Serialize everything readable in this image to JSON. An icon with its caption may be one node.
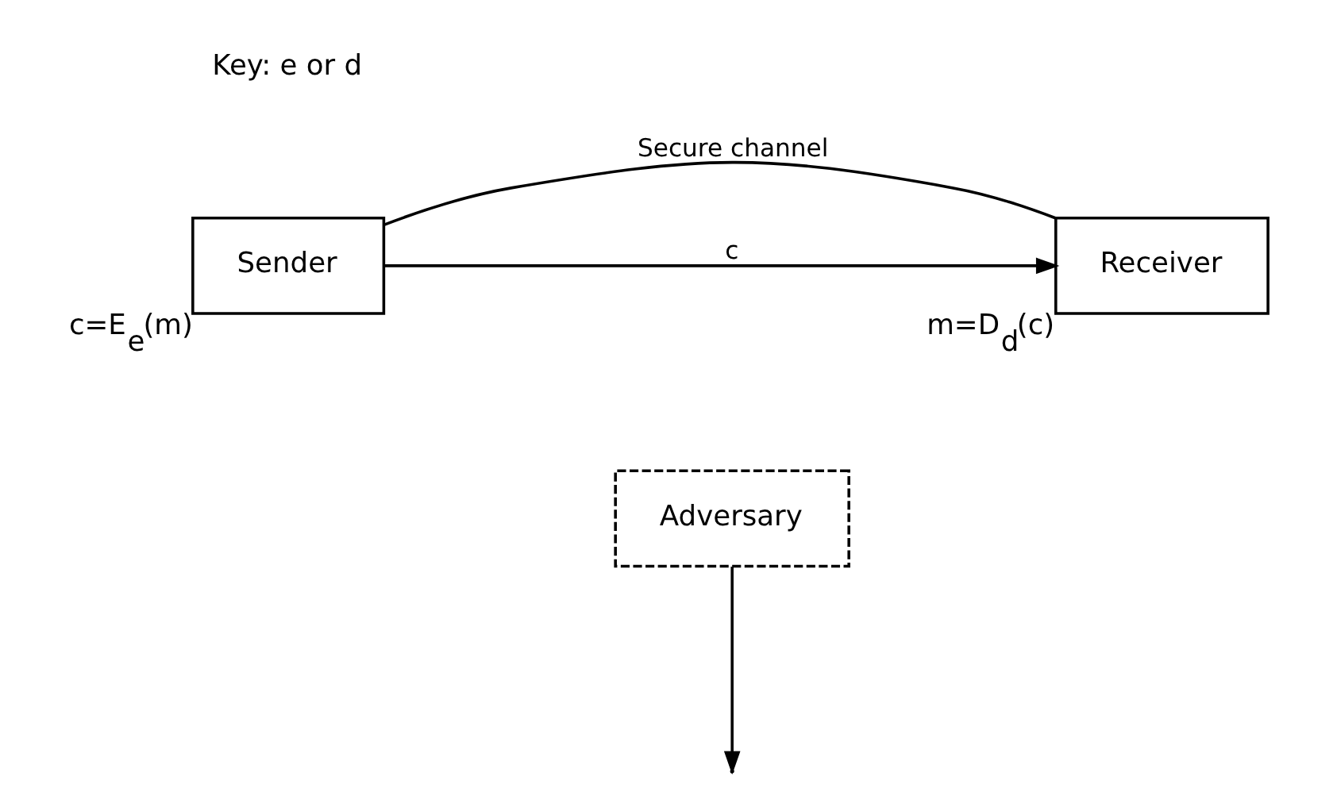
{
  "diagram": {
    "nodes": [
      {
        "text": [
          "Sender"
        ],
        "beside": [
          "c=E$_{e}$(m)"
        ]
      },
      {
        "text": [
          "Receiver"
        ],
        "beside": [
          "m=D$_{d}$(c)"
        ]
      },
      {
        "text": [
          "Adversary"
        ]
      }
    ],
    "edges": [
      {
        "from": 0,
        "to": 1,
        "arrow": "none",
        "label": "Secure channel"
      },
      {
        "from": 0,
        "to": 1,
        "arrow": "to",
        "label": "c"
      },
      {
        "from": 2,
        "to": null,
        "arrow": "to"
      }
    ],
    "labels": [
      "Key: e or d"
    ]
  }
}
